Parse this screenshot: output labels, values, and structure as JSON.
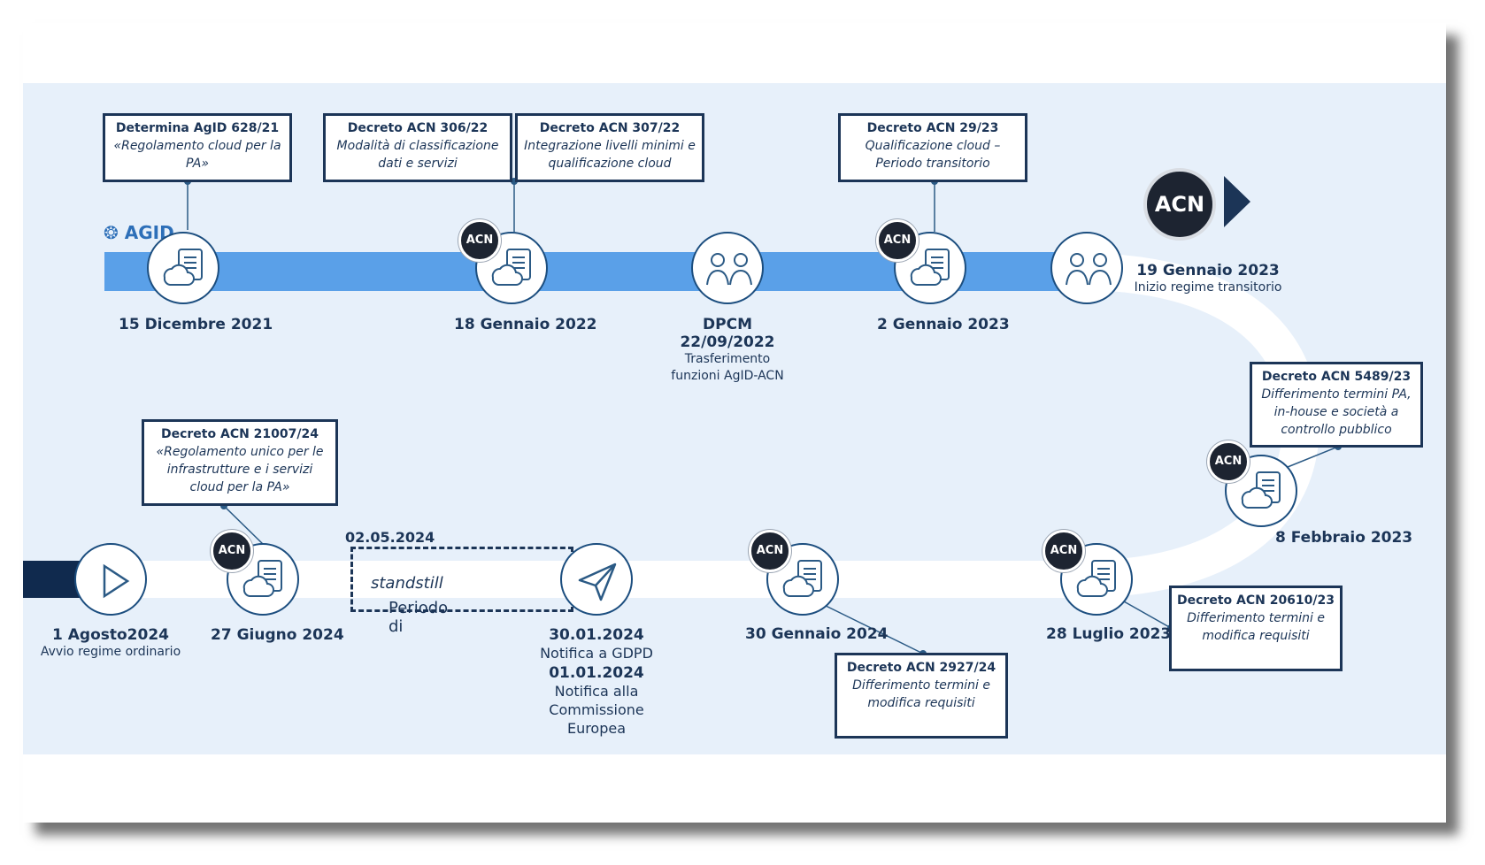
{
  "brand": {
    "agid_label": "AGID",
    "acn_label": "ACN"
  },
  "colors": {
    "navy": "#1c3557",
    "band": "#e7f0fa",
    "timeline_blue": "#5aa0e8",
    "badge_dark": "#1d2431"
  },
  "top_boxes": [
    {
      "title": "Determina AgID 628/21",
      "text": "«Regolamento cloud per la PA»"
    },
    {
      "title": "Decreto ACN 306/22",
      "text": "Modalità di classificazione dati e servizi"
    },
    {
      "title": "Decreto ACN 307/22",
      "text": "Integrazione livelli minimi e qualificazione cloud"
    },
    {
      "title": "Decreto ACN 29/23",
      "text": "Qualificazione cloud – Periodo transitorio"
    }
  ],
  "right_box": {
    "title": "Decreto ACN 5489/23",
    "text": "Differimento termini PA, in-house e società a controllo pubblico"
  },
  "bottom_boxes": [
    {
      "title": "Decreto ACN 21007/24",
      "text": "«Regolamento unico per le infrastrutture e i servizi cloud per la PA»"
    },
    {
      "title": "Decreto ACN 2927/24",
      "text": "Differimento termini e modifica requisiti"
    },
    {
      "title": "Decreto ACN 20610/23",
      "text": "Differimento termini e modifica requisiti"
    }
  ],
  "top_events": [
    {
      "date": "15 Dicembre 2021"
    },
    {
      "date": "18 Gennaio 2022"
    },
    {
      "date": "DPCM",
      "date2": "22/09/2022",
      "note": "Trasferimento funzioni AgID-ACN"
    },
    {
      "date": "2 Gennaio 2023"
    },
    {
      "date": "19 Gennaio 2023",
      "note": "Inizio regime transitorio"
    }
  ],
  "right_event": {
    "date": "8 Febbraio 2023"
  },
  "bottom_events": [
    {
      "date": "1 Agosto2024",
      "note": "Avvio regime ordinario"
    },
    {
      "date": "27 Giugno 2024"
    },
    {
      "date": "30.01.2024",
      "note": "Notifica a GDPD",
      "date2": "01.01.2024",
      "note2": "Notifica alla Commissione Europea"
    },
    {
      "date": "30 Gennaio 2024"
    },
    {
      "date": "28 Luglio 2023"
    }
  ],
  "standstill": {
    "date": "02.05.2024",
    "label_prefix": "Periodo di ",
    "label_italic": "standstill"
  }
}
